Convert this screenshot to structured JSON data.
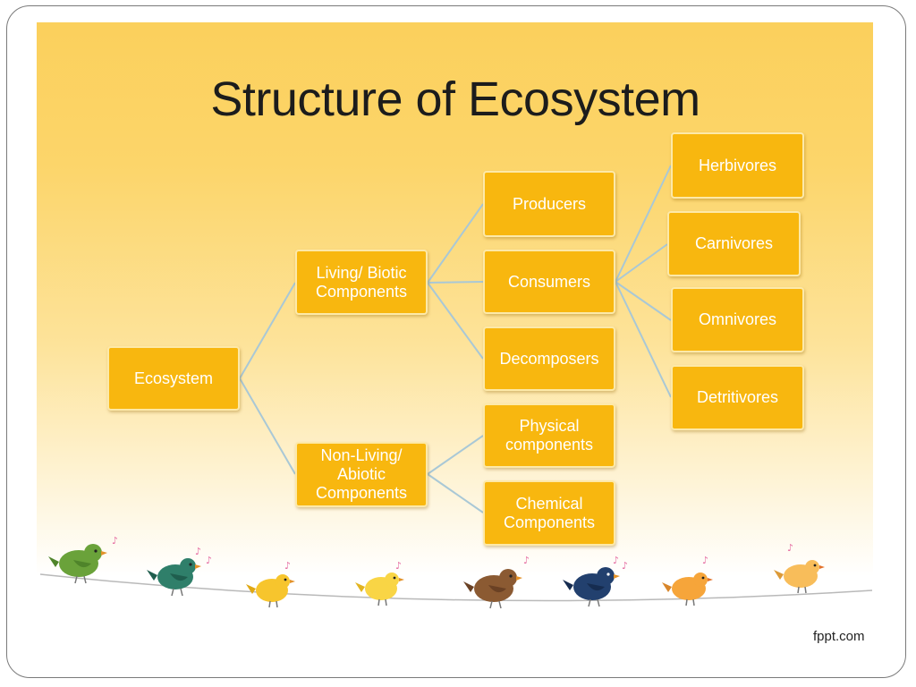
{
  "slide": {
    "title": "Structure of Ecosystem",
    "footer": "fppt.com"
  },
  "diagram": {
    "root": "Ecosystem",
    "living": "Living/ Biotic\nComponents",
    "nonliving": "Non-Living/\nAbiotic\nComponents",
    "producers": "Producers",
    "consumers": "Consumers",
    "decomposers": "Decomposers",
    "physical": "Physical\ncomponents",
    "chemical": "Chemical\nComponents",
    "herbivores": "Herbivores",
    "carnivores": "Carnivores",
    "omnivores": "Omnivores",
    "detritivores": "Detritivores"
  },
  "colors": {
    "box_fill": "#f8b70f",
    "connector": "#a9c8d6",
    "background_top": "#fbd05c"
  },
  "decorations": {
    "birds": [
      "green-bird",
      "teal-bird",
      "yellow-bird",
      "yellow-bird",
      "brown-bird",
      "navy-bird",
      "orange-bird",
      "orange-bird"
    ]
  }
}
